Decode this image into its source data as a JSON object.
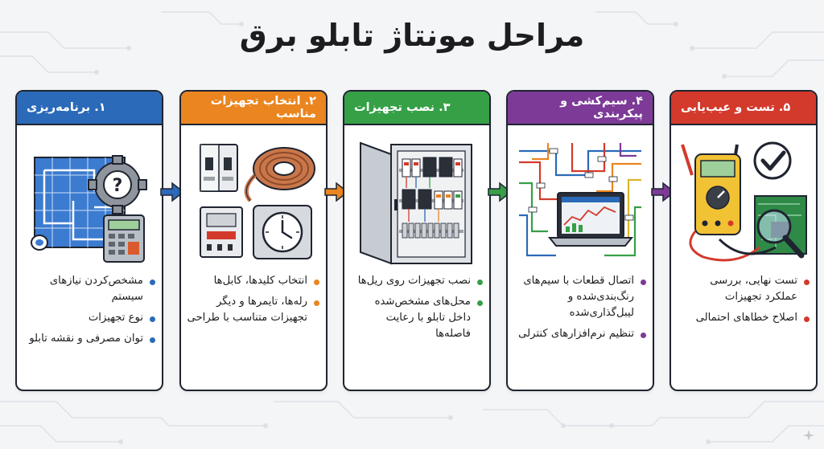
{
  "title": "مراحل مونتاژ تابلو برق",
  "colors": {
    "blue": "#2a6ab8",
    "orange": "#ea8520",
    "green": "#36a047",
    "purple": "#7d3a97",
    "red": "#d33a2c"
  },
  "steps": [
    {
      "header": "۱. برنامه‌ریزی",
      "icons": [
        "blueprint-icon",
        "question-gear-icon",
        "calculator-icon"
      ],
      "bullets": [
        "مشخص‌کردن نیازهای سیستم",
        "نوع تجهیزات",
        "توان مصرفی و نقشه تابلو"
      ]
    },
    {
      "header": "۲. انتخاب تجهیزات مناسب",
      "icons": [
        "circuit-breaker-icon",
        "cable-coil-icon",
        "contactor-icon",
        "timer-clock-icon"
      ],
      "bullets": [
        "انتخاب کلیدها، کابل‌ها",
        "رله‌ها، تایمرها و دیگر تجهیزات متناسب با طراحی"
      ]
    },
    {
      "header": "۳. نصب تجهیزات",
      "icons": [
        "panel-cabinet-icon"
      ],
      "bullets": [
        "نصب تجهیزات روی ریل‌ها",
        "محل‌های مشخص‌شده داخل تابلو با رعایت فاصله‌ها"
      ]
    },
    {
      "header": "۴. سیم‌کشی و پیکربندی",
      "icons": [
        "wiring-icon",
        "laptop-icon"
      ],
      "bullets": [
        "اتصال قطعات با سیم‌های رنگ‌بندی‌شده و لیبل‌گذاری‌شده",
        "تنظیم نرم‌افزارهای کنترلی"
      ]
    },
    {
      "header": "۵. تست و عیب‌یابی",
      "icons": [
        "multimeter-icon",
        "magnifier-icon",
        "checkmark-icon"
      ],
      "bullets": [
        "تست نهایی، بررسی عملکرد تجهیزات",
        "اصلاح خطاهای احتمالی"
      ]
    }
  ]
}
